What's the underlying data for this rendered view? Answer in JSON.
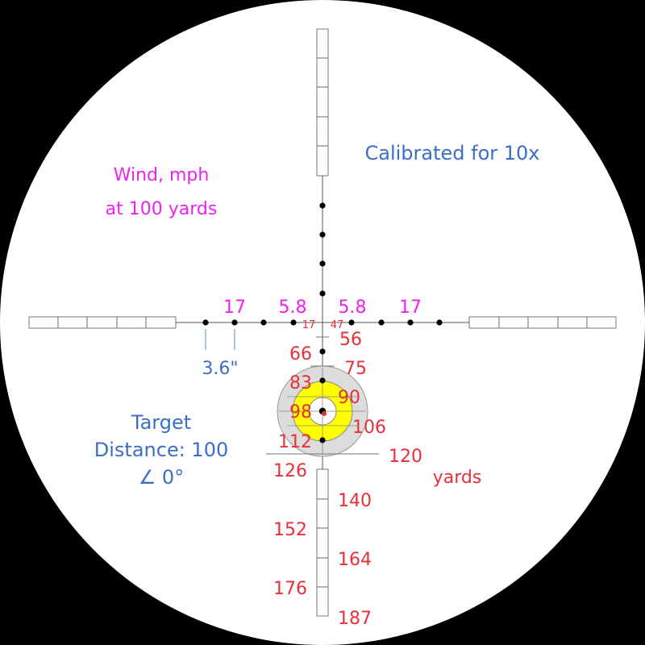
{
  "colors": {
    "background": "#000000",
    "scope_field": "#ffffff",
    "wind": "#ee22ee",
    "info": "#3a6fc4",
    "range": "#e8303a",
    "target_outer": "#dcdcdc",
    "target_inner": "#ffff00",
    "dot": "#000000",
    "center_dot": "#e8303a"
  },
  "header": {
    "calibration": "Calibrated for 10x"
  },
  "wind": {
    "title": "Wind, mph",
    "subtitle": "at 100 yards",
    "left_outer": "17",
    "left_inner": "5.8",
    "right_inner": "5.8",
    "right_outer": "17",
    "small_left": "17",
    "small_right": "47"
  },
  "spacing_label": "3.6\"",
  "target": {
    "line1": "Target",
    "line2": "Distance: 100",
    "line3": "∠ 0°"
  },
  "range": {
    "unit": "yards",
    "marks": [
      "56",
      "66",
      "75",
      "83",
      "90",
      "98",
      "106",
      "112",
      "120",
      "126",
      "140",
      "152",
      "164",
      "176",
      "187"
    ]
  }
}
